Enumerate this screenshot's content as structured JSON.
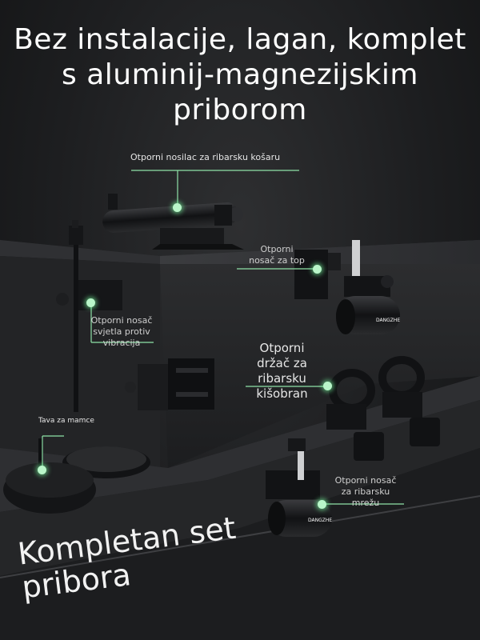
{
  "headline": {
    "line1": "Bez instalacije, lagan, komplet",
    "line2": "s aluminij-magnezijskim",
    "line3": "priborom"
  },
  "labels": {
    "basket_holder": "Otporni nosilac za ribarsku košaru",
    "rod_holder_line1": "Otporni",
    "rod_holder_line2": "nosač za top",
    "light_holder_line1": "Otporni nosač",
    "light_holder_line2": "svjetla protiv",
    "light_holder_line3": "vibracija",
    "umbrella_line1": "Otporni",
    "umbrella_line2": "držač za",
    "umbrella_line3": "ribarsku",
    "umbrella_line4": "kišobran",
    "bait_tray": "Tava za mamce",
    "net_holder_line1": "Otporni nosač",
    "net_holder_line2": "za ribarsku",
    "net_holder_line3": "mrežu"
  },
  "footer": {
    "line1": "Kompletan set",
    "line2": "pribora"
  },
  "brand_marks": [
    "DANGZHE",
    "DANGZHE"
  ],
  "colors": {
    "accent_dot": "#b9f6c9",
    "callout_line": "#8fe3a8",
    "text": "#ffffff",
    "background": "#1d1e20"
  }
}
